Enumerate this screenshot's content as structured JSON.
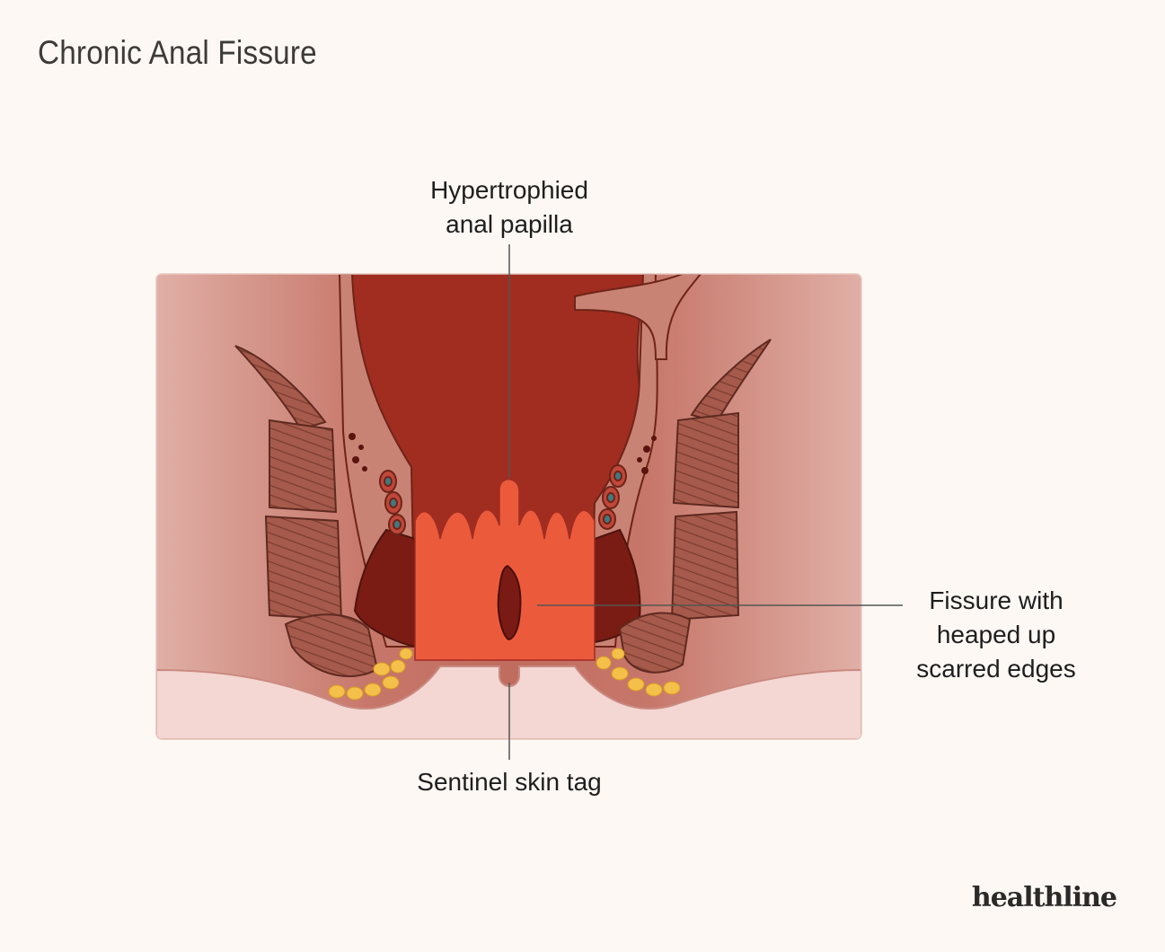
{
  "title": "Chronic Anal Fissure",
  "labels": {
    "papilla": [
      "Hypertrophied",
      "anal papilla"
    ],
    "fissure": [
      "Fissure with",
      "heaped up",
      "scarred edges"
    ],
    "skin_tag": [
      "Sentinel skin tag"
    ]
  },
  "brand": "healthline",
  "colors": {
    "background": "#fdf8f4",
    "panel": "#d9a296",
    "rectum": "#a02d20",
    "canal": "#ec5a3c",
    "skin": "#f4d6d2",
    "muscle": "#a3594a",
    "fat": "#f4c04a",
    "leader": "#555555"
  }
}
